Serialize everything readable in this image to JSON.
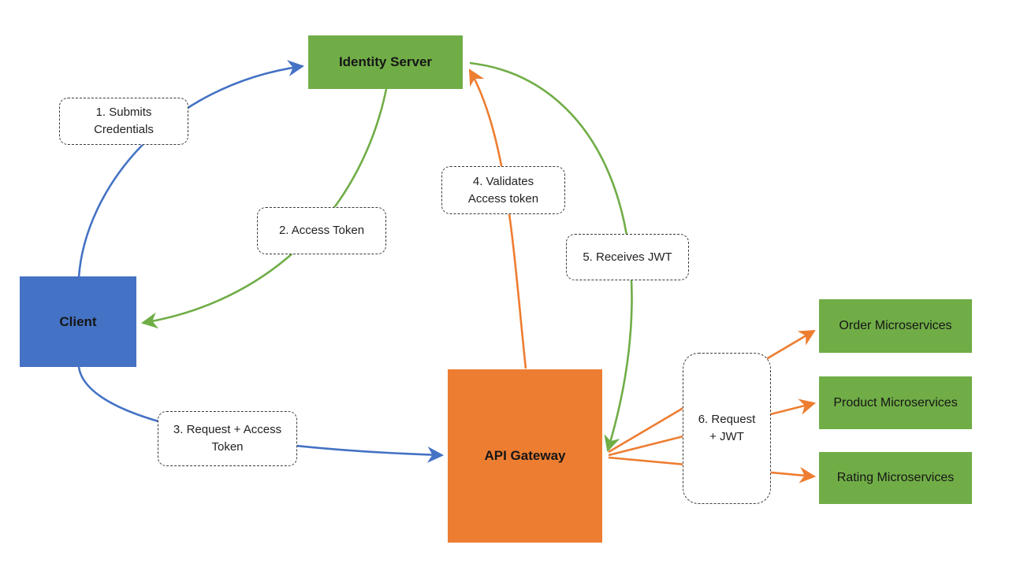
{
  "diagram": {
    "type": "flow-diagram",
    "subject": "JWT / OAuth authentication flow with API Gateway and microservices",
    "colors": {
      "node_green": "#70AD47",
      "node_blue": "#4472C4",
      "node_orange": "#ED7D31",
      "arrow_blue": "#4472C4",
      "arrow_green": "#70AD47",
      "arrow_orange": "#ED7D31",
      "background": "#FFFFFF",
      "step_border": "#3A3A3A",
      "text": "#161616"
    },
    "nodes": {
      "identity_server": {
        "label": "Identity Server",
        "fill": "#70AD47"
      },
      "client": {
        "label": "Client",
        "fill": "#4472C4"
      },
      "api_gateway": {
        "label": "API Gateway",
        "fill": "#ED7D31"
      },
      "order_microservices": {
        "label": "Order Microservices",
        "fill": "#70AD47"
      },
      "product_microservices": {
        "label": "Product Microservices",
        "fill": "#70AD47"
      },
      "rating_microservices": {
        "label": "Rating Microservices",
        "fill": "#70AD47"
      }
    },
    "steps": {
      "step1": {
        "label": "1. Submits Credentials",
        "from": "Client",
        "to": "Identity Server",
        "arrow_color": "#4472C4"
      },
      "step2": {
        "label": "2. Access Token",
        "from": "Identity Server",
        "to": "Client",
        "arrow_color": "#70AD47"
      },
      "step3": {
        "label": "3. Request + Access Token",
        "from": "Client",
        "to": "API Gateway",
        "arrow_color": "#4472C4"
      },
      "step4": {
        "label": "4. Validates Access token",
        "from": "API Gateway",
        "to": "Identity Server",
        "arrow_color": "#ED7D31"
      },
      "step5": {
        "label": "5. Receives JWT",
        "from": "Identity Server",
        "to": "API Gateway",
        "arrow_color": "#70AD47"
      },
      "step6": {
        "label": "6. Request + JWT",
        "from": "API Gateway",
        "to": "Order / Product / Rating Microservices",
        "arrow_color": "#ED7D31"
      }
    }
  }
}
